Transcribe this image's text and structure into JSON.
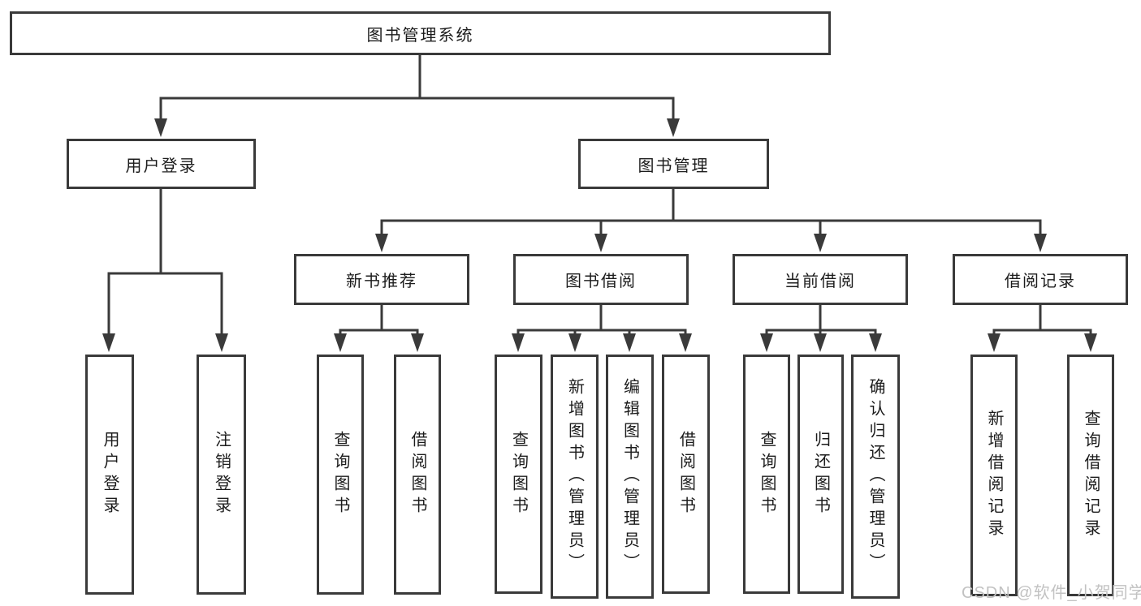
{
  "diagram_type": "hierarchy-chart",
  "colors": {
    "line": "#3a3a3a",
    "text": "#1c1c1c",
    "background": "#ffffff",
    "watermark": "#c2c2c2"
  },
  "tree": {
    "root": {
      "label": "图书管理系统"
    },
    "branches": [
      {
        "label": "用户登录",
        "children": [
          {
            "label": "用户登录"
          },
          {
            "label": "注销登录"
          }
        ]
      },
      {
        "label": "图书管理",
        "children": [
          {
            "label": "新书推荐",
            "children": [
              {
                "label": "查询图书"
              },
              {
                "label": "借阅图书"
              }
            ]
          },
          {
            "label": "图书借阅",
            "children": [
              {
                "label": "查询图书"
              },
              {
                "label": "新增图书（管理员）"
              },
              {
                "label": "编辑图书（管理员）"
              },
              {
                "label": "借阅图书"
              }
            ]
          },
          {
            "label": "当前借阅",
            "children": [
              {
                "label": "查询图书"
              },
              {
                "label": "归还图书"
              },
              {
                "label": "确认归还（管理员）"
              }
            ]
          },
          {
            "label": "借阅记录",
            "children": [
              {
                "label": "新增借阅记录"
              },
              {
                "label": "查询借阅记录"
              }
            ]
          }
        ]
      }
    ]
  },
  "watermark": "CSDN @软件_小贺同学"
}
